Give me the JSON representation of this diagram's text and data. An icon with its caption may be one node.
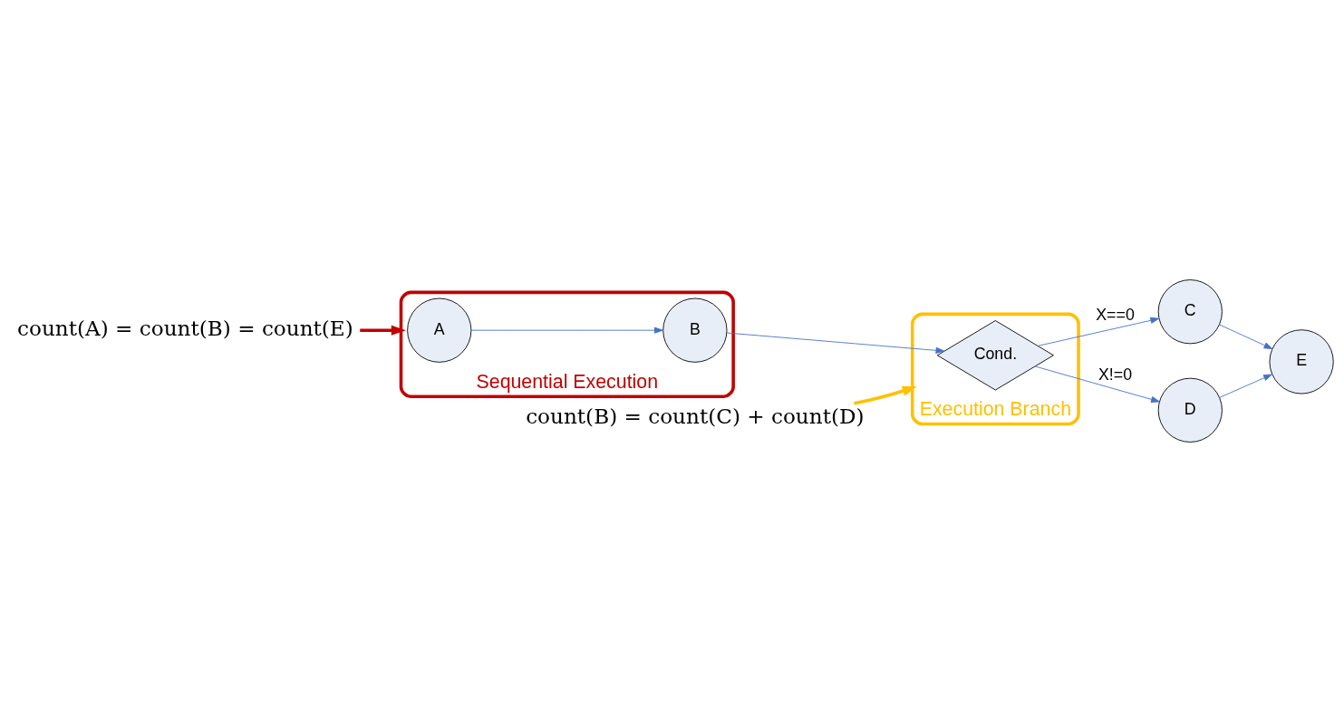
{
  "diagram": {
    "nodes": [
      {
        "text": [
          "count(A) = count(B) = count(E)"
        ]
      },
      {
        "text": [
          "count(B) = count(C) + count(D)"
        ]
      },
      {
        "text": [
          "Sequential Execution"
        ]
      },
      {
        "text": [
          "A"
        ],
        "in": 2
      },
      {
        "text": [
          "B"
        ],
        "in": 2
      },
      {
        "text": [
          "Execution Branch"
        ]
      },
      {
        "text": [
          "Cond."
        ],
        "in": 5
      },
      {
        "text": [
          "C"
        ]
      },
      {
        "text": [
          "D"
        ]
      },
      {
        "text": [
          "E"
        ]
      }
    ],
    "edges": [
      {
        "from": 0,
        "to": 2,
        "arrow": "to",
        "style": "thick",
        "color": "#c00000"
      },
      {
        "from": 1,
        "to": 5,
        "arrow": "to",
        "style": "thick",
        "color": "#ffc000"
      },
      {
        "from": 3,
        "to": 4,
        "arrow": "to"
      },
      {
        "from": 4,
        "to": 6,
        "arrow": "to"
      },
      {
        "from": 6,
        "to": 7,
        "arrow": "to",
        "label": "X==0"
      },
      {
        "from": 6,
        "to": 8,
        "arrow": "to",
        "label": "X!=0"
      },
      {
        "from": 7,
        "to": 9,
        "arrow": "to"
      },
      {
        "from": 8,
        "to": 9,
        "arrow": "to"
      }
    ]
  }
}
